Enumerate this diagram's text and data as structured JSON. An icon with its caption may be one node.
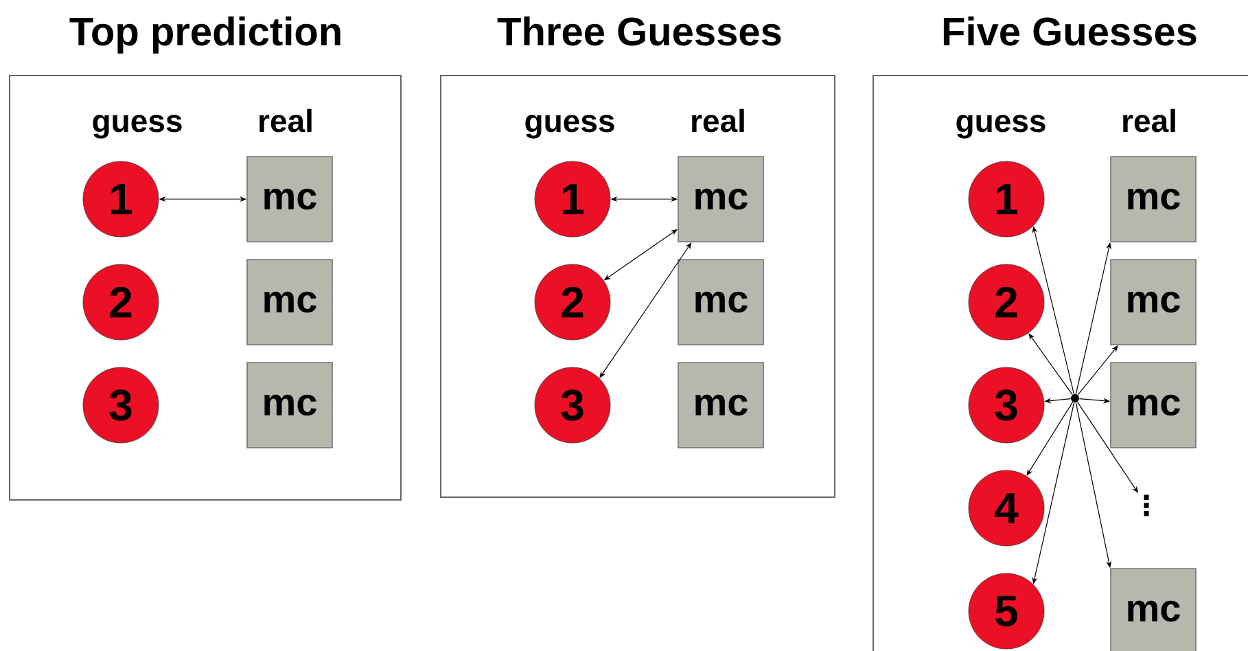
{
  "diagram": {
    "nodes": [
      {
        "text": [
          "Top prediction",
          "guess",
          "real"
        ]
      },
      {
        "text": [
          "1"
        ],
        "in": 0
      },
      {
        "text": [
          "2"
        ],
        "in": 0
      },
      {
        "text": [
          "3"
        ],
        "in": 0
      },
      {
        "text": [
          "mc"
        ],
        "in": 0
      },
      {
        "text": [
          "mc"
        ],
        "in": 0
      },
      {
        "text": [
          "mc"
        ],
        "in": 0
      },
      {
        "text": [
          "Three Guesses",
          "guess",
          "real"
        ]
      },
      {
        "text": [
          "1"
        ],
        "in": 7
      },
      {
        "text": [
          "2"
        ],
        "in": 7
      },
      {
        "text": [
          "3"
        ],
        "in": 7
      },
      {
        "text": [
          "mc"
        ],
        "in": 7
      },
      {
        "text": [
          "mc"
        ],
        "in": 7
      },
      {
        "text": [
          "mc"
        ],
        "in": 7
      },
      {
        "text": [
          "Five Guesses",
          "guess",
          "real"
        ]
      },
      {
        "text": [
          "1"
        ],
        "in": 14
      },
      {
        "text": [
          "2"
        ],
        "in": 14
      },
      {
        "text": [
          "3"
        ],
        "in": 14
      },
      {
        "text": [
          "4"
        ],
        "in": 14
      },
      {
        "text": [
          "5"
        ],
        "in": 14
      },
      {
        "text": [
          "mc"
        ],
        "in": 14
      },
      {
        "text": [
          "mc"
        ],
        "in": 14
      },
      {
        "text": [
          "mc"
        ],
        "in": 14
      },
      {
        "text": [
          "⋮"
        ],
        "in": 14
      },
      {
        "text": [
          "mc"
        ],
        "in": 14
      },
      {
        "text": [],
        "shape": "circle",
        "in": 14
      }
    ],
    "edges": [
      {
        "from": 1,
        "to": 4,
        "arrow": "both"
      },
      {
        "from": 11,
        "to": 8,
        "arrow": "both"
      },
      {
        "from": 11,
        "to": 9,
        "arrow": "both"
      },
      {
        "from": 11,
        "to": 10,
        "arrow": "both"
      },
      {
        "from": 25,
        "to": 15,
        "arrow": "to"
      },
      {
        "from": 25,
        "to": 16,
        "arrow": "to"
      },
      {
        "from": 25,
        "to": 17,
        "arrow": "to"
      },
      {
        "from": 25,
        "to": 18,
        "arrow": "to"
      },
      {
        "from": 25,
        "to": 19,
        "arrow": "to"
      },
      {
        "from": 25,
        "to": 20,
        "arrow": "to"
      },
      {
        "from": 25,
        "to": 21,
        "arrow": "to"
      },
      {
        "from": 25,
        "to": 22,
        "arrow": "to"
      },
      {
        "from": 25,
        "to": 23,
        "arrow": "to"
      },
      {
        "from": 25,
        "to": 24,
        "arrow": "to"
      }
    ]
  }
}
